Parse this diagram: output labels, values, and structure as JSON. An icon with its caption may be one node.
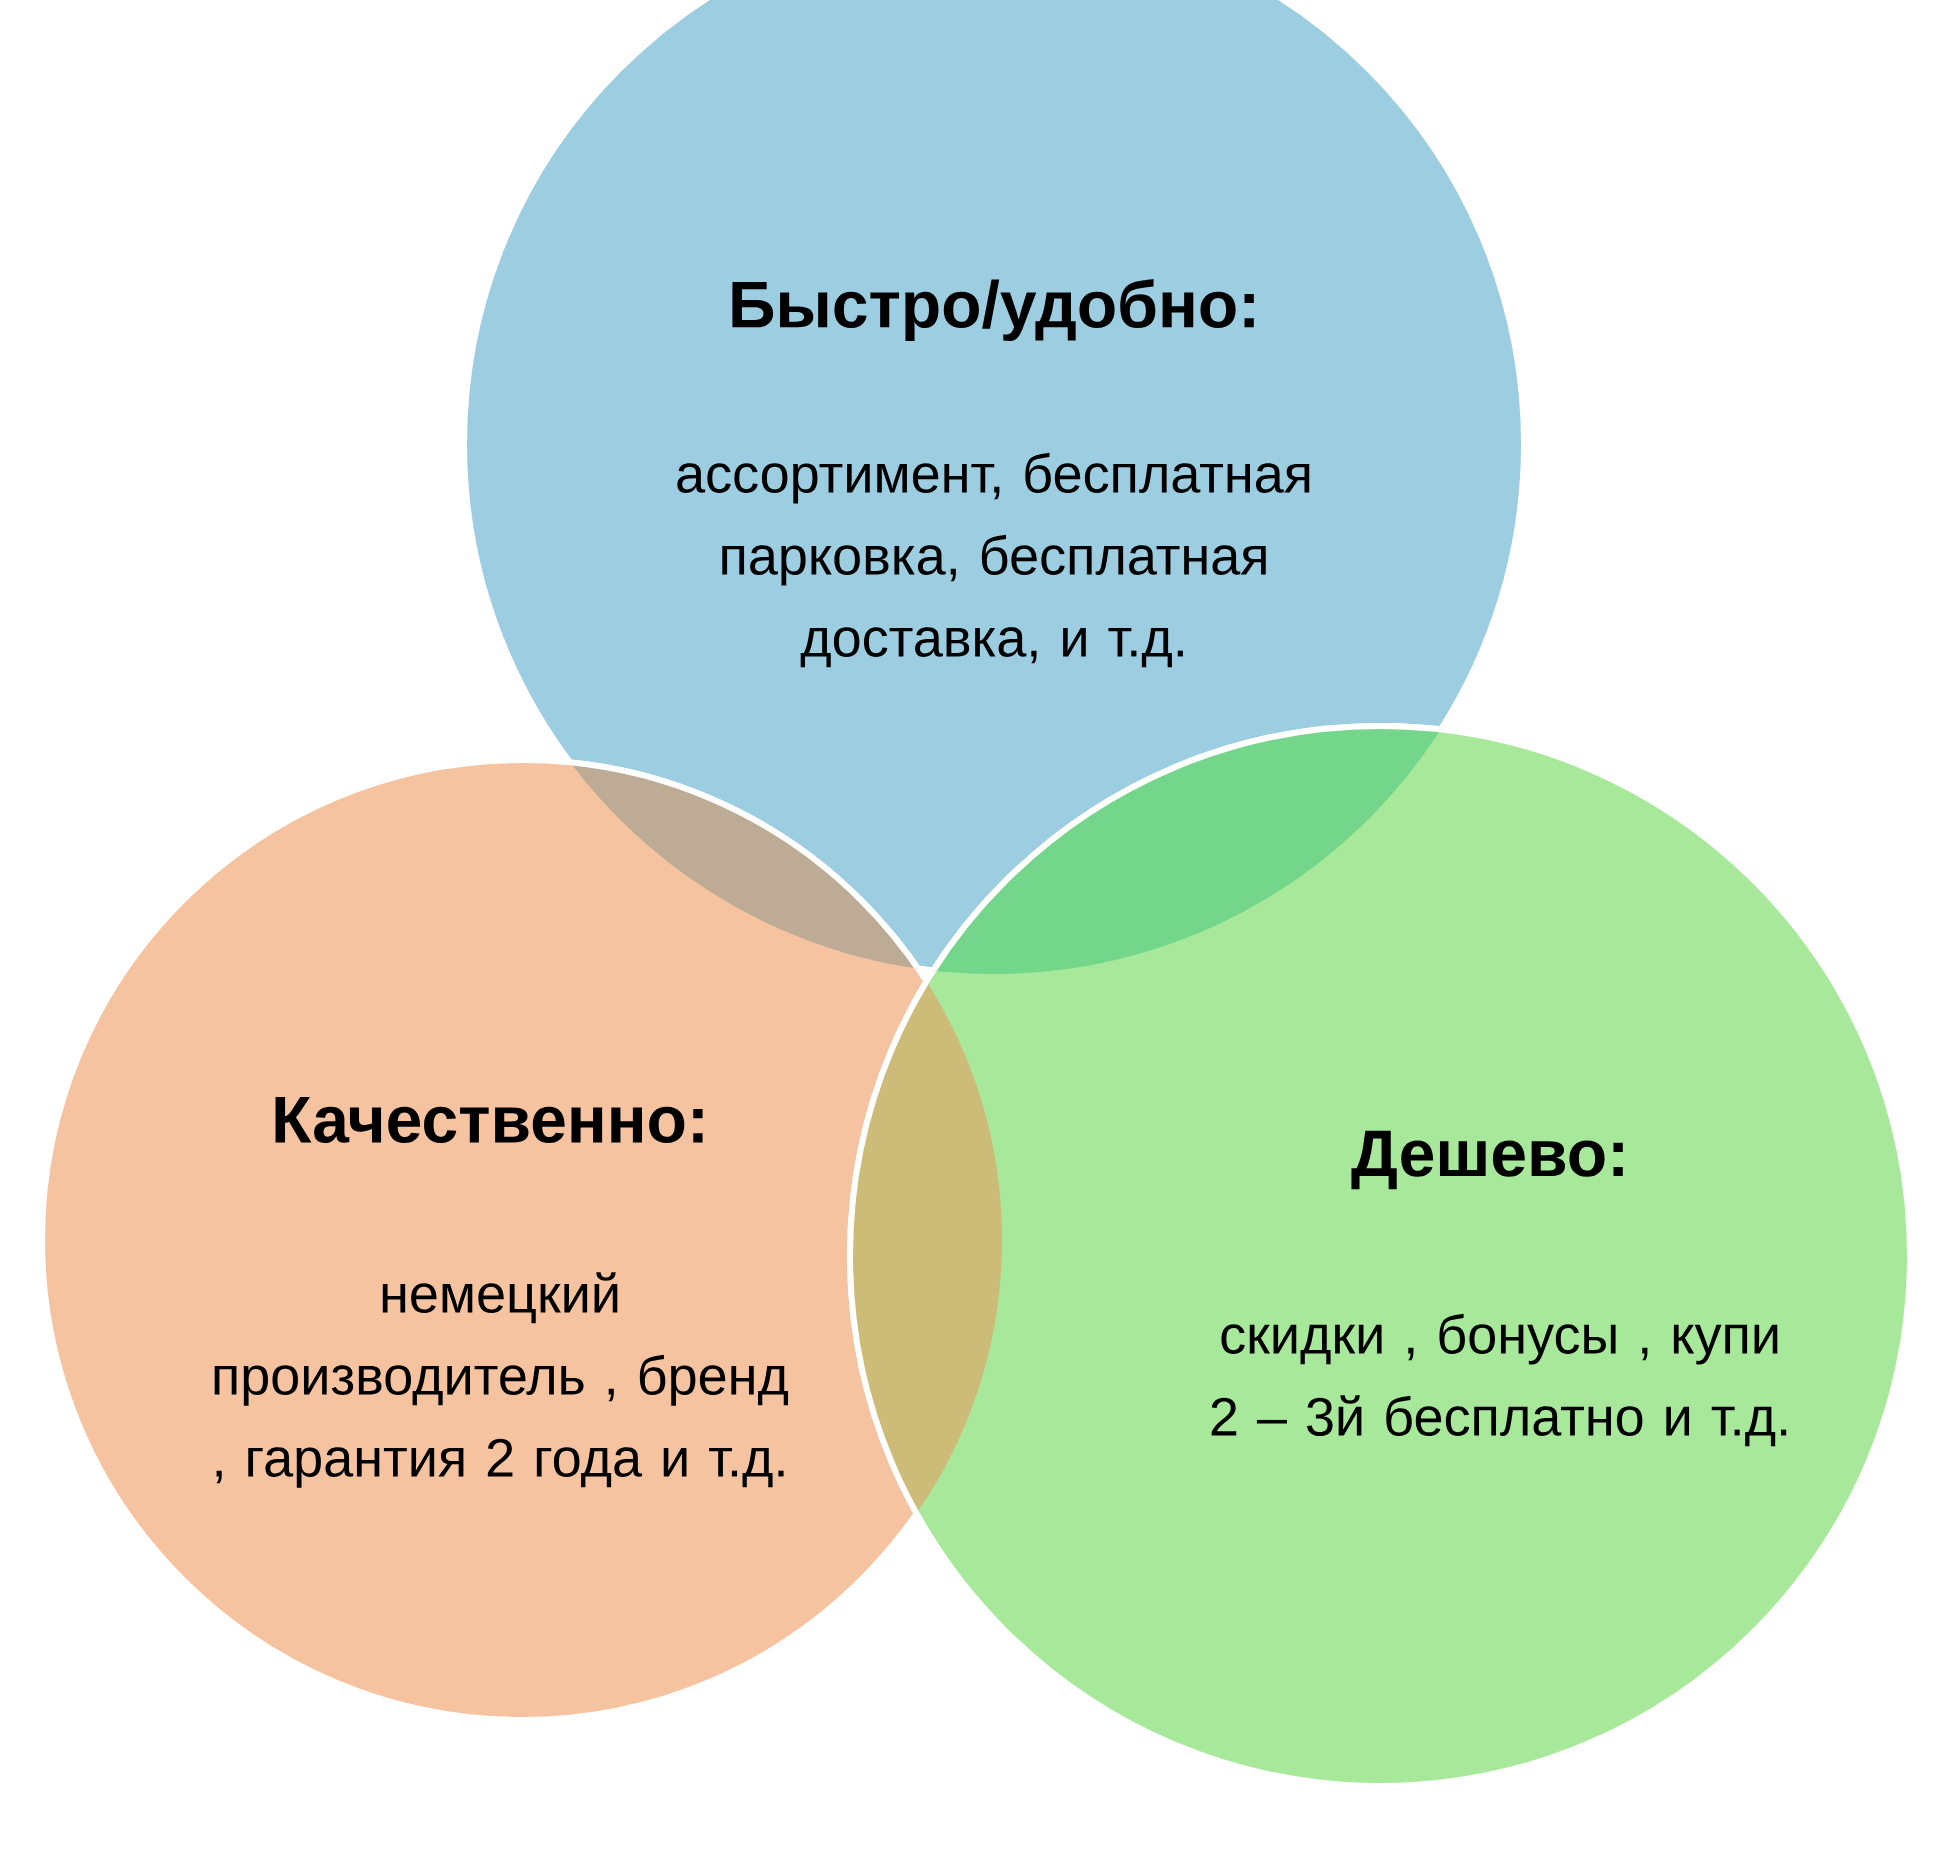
{
  "diagram": {
    "nodes": [
      {
        "text": [
          "Быстро/удобно:",
          "ассортимент, бесплатная парковка, бесплатная доставка, и т.д."
        ]
      },
      {
        "text": [
          "Качественно:",
          "немецкий производитель , бренд , гарантия 2 года и т.д."
        ]
      },
      {
        "text": [
          "Дешево:",
          "скидки , бонусы , купи 2 – 3й бесплатно и т.д."
        ]
      }
    ]
  }
}
